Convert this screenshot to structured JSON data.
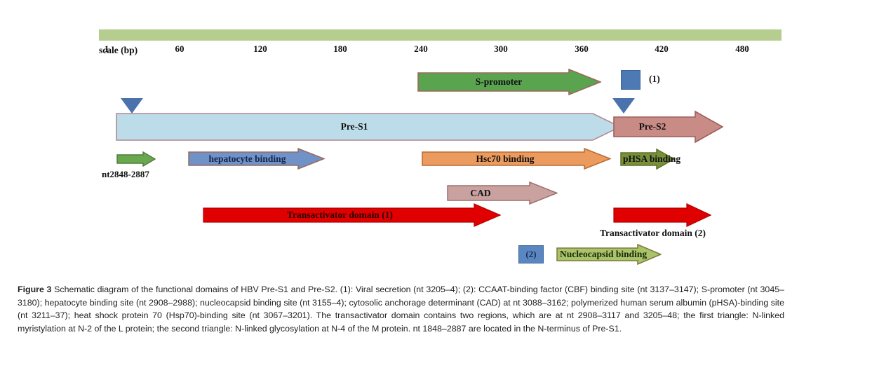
{
  "figure": {
    "scale": {
      "axis_label": "scale (bp)",
      "ticks": [
        {
          "label": "1",
          "bp": 1
        },
        {
          "label": "60",
          "bp": 60
        },
        {
          "label": "120",
          "bp": 120
        },
        {
          "label": "180",
          "bp": 180
        },
        {
          "label": "240",
          "bp": 240
        },
        {
          "label": "300",
          "bp": 300
        },
        {
          "label": "360",
          "bp": 360
        },
        {
          "label": "420",
          "bp": 420
        },
        {
          "label": "480",
          "bp": 480
        }
      ],
      "bar_color": "#b5cd8e"
    },
    "features": {
      "s_promoter": {
        "label": "S-promoter",
        "fill": "#5aa34f",
        "stroke": "#9a6a5a"
      },
      "pre_s1": {
        "label": "Pre-S1",
        "fill": "#bcdcea",
        "stroke": "#b08a92"
      },
      "pre_s2": {
        "label": "Pre-S2",
        "fill": "#c98b86",
        "stroke": "#9e5f5c"
      },
      "nt_region": {
        "label": "nt2848-2887",
        "fill": "#6aa84f",
        "stroke": "#4f7a3a"
      },
      "hepatocyte": {
        "label": "hepatocyte binding",
        "fill": "#6f92c9",
        "stroke": "#9a6a5a",
        "text_color": "#16264a"
      },
      "hsc70": {
        "label": "Hsc70 binding",
        "fill": "#ec9b5e",
        "stroke": "#b86a34"
      },
      "phsa": {
        "label": "pHSA binding",
        "fill": "#79903a",
        "stroke": "#5d7029"
      },
      "cad": {
        "label": "CAD",
        "fill": "#c9a2a0",
        "stroke": "#9e6f6d"
      },
      "transactivator_1": {
        "label": "Transactivator domain (1)",
        "fill": "#e00000",
        "stroke": "#b00000",
        "text_color": "#2b0000"
      },
      "transactivator_2": {
        "label": "Transactivator domain (2)",
        "fill": "#e00000",
        "stroke": "#b00000"
      },
      "nucleocapsid": {
        "label": "Nucleocapsid binding",
        "fill": "#a9c36a",
        "stroke": "#7e7a3d",
        "text_color": "#1c2b08"
      }
    },
    "markers": {
      "note_1": "(1)",
      "note_2": "(2)",
      "square_color": "#4d7ab5",
      "triangle_color": "#4a72ad"
    }
  },
  "caption": {
    "figure_label": "Figure 3",
    "text": " Schematic diagram of the functional domains of HBV Pre-S1 and Pre-S2. (1): Viral secretion (nt 3205–4); (2): CCAAT-binding factor (CBF) binding site (nt 3137–3147); S-promoter (nt 3045–3180); hepatocyte binding site (nt 2908–2988); nucleocapsid binding site (nt 3155–4); cytosolic anchorage determinant (CAD) at nt 3088–3162; polymerized human serum albumin (pHSA)-binding site (nt 3211–37); heat shock protein 70 (Hsp70)-binding site (nt 3067–3201). The transactivator domain contains two regions, which are at nt 2908–3117 and 3205–48; the first triangle: N-linked myristylation at N-2 of the L protein; the second triangle: N-linked glycosylation at N-4 of the M protein. nt 1848–2887 are located in the N-terminus of Pre-S1."
  }
}
